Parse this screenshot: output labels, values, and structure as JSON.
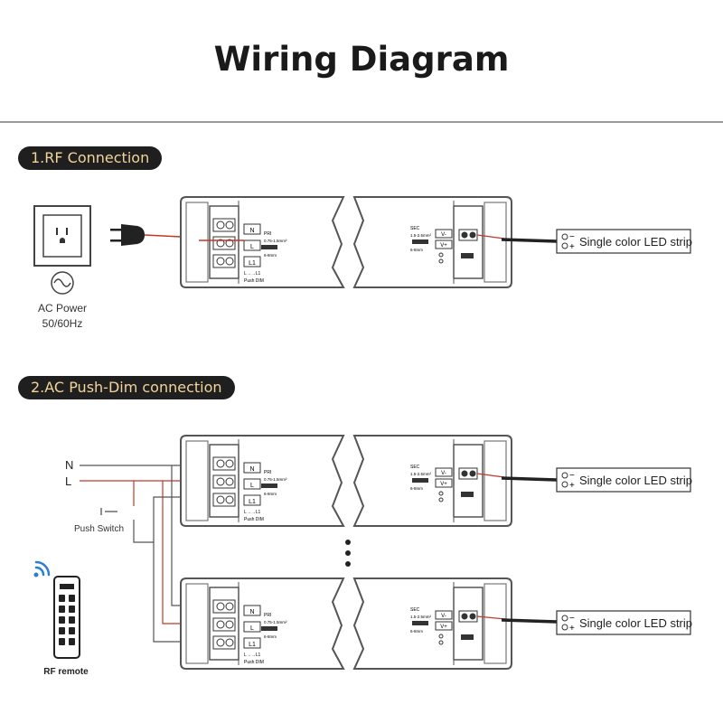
{
  "title": "Wiring Diagram",
  "sections": [
    {
      "label": "1.RF  Connection"
    },
    {
      "label": "2.AC Push-Dim connection"
    }
  ],
  "ac_power": {
    "line1": "AC Power",
    "line2": "50/60Hz"
  },
  "led_strip_label": "Single color LED strip",
  "terminals": {
    "n": "N",
    "l": "L",
    "l1": "L1",
    "vminus": "V-",
    "vplus": "V+"
  },
  "driver_labels": {
    "pri": "PRI",
    "pri_wire": "0.75-1.5mm²",
    "strip_len": "6-8mm",
    "push_line": "L→→L1",
    "push_dim": "Push DIM",
    "sec": "SEC",
    "sec_wire": "1.5-2.5mm²",
    "sec_len": "6-8mm"
  },
  "ac_lines": {
    "n": "N",
    "l": "L"
  },
  "push_switch": "Push Switch",
  "rf_remote": "RF remote",
  "polarity": {
    "minus": "−",
    "plus": "+"
  },
  "colors": {
    "red_wire": "#c0392b",
    "grey_wire": "#7a7a7a",
    "badge_bg": "#1f1f1f",
    "badge_text": "#f2d49b",
    "remote_icon": "#2a7fd4"
  }
}
